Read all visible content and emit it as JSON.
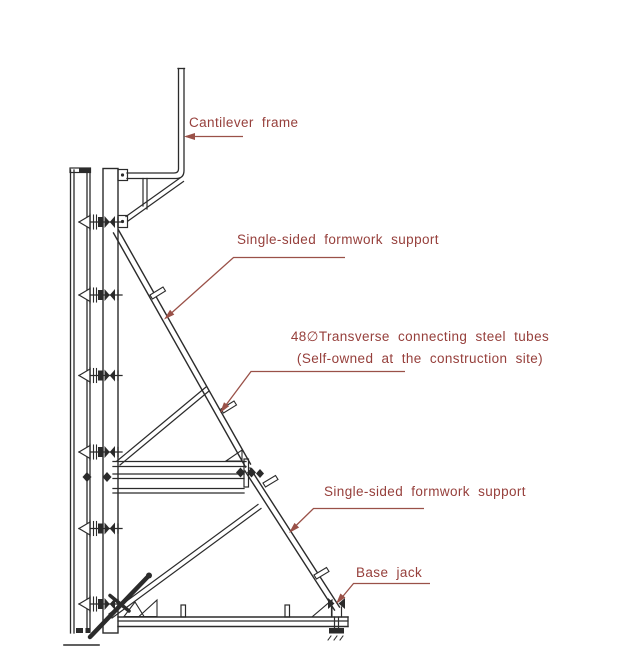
{
  "drawing": {
    "background": "#ffffff",
    "line_color": "#2b2b2b",
    "label_color": "#963f3b",
    "leader_color": "#9a5148",
    "labels": {
      "cantilever_frame": "Cantilever frame",
      "formwork_support_upper": "Single-sided formwork support",
      "steel_tubes_line1": "48∅Transverse connecting steel tubes",
      "steel_tubes_line2": "(Self-owned at the construction site)",
      "formwork_support_lower": "Single-sided formwork support",
      "base_jack": "Base jack"
    }
  }
}
